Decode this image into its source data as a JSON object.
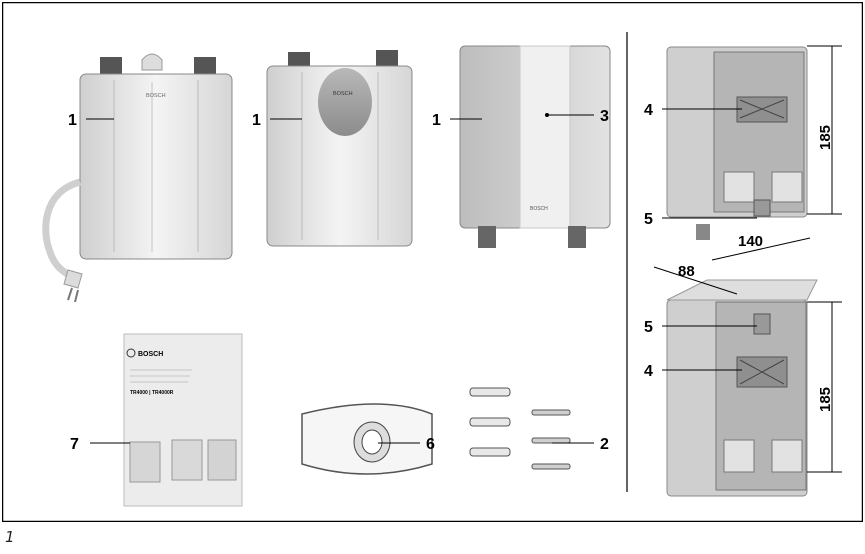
{
  "figure": {
    "caption": "1",
    "callouts": {
      "heater_a": "1",
      "heater_b": "1",
      "heater_c": "1",
      "front_cover": "3",
      "bracket_top": "4",
      "bracket_bottom": "4",
      "screw_top": "5",
      "screw_bottom": "5",
      "manual": "7",
      "tape": "6",
      "wall_fixings": "2"
    },
    "dimensions": {
      "height_top": "185",
      "height_bottom": "185",
      "width": "140",
      "depth": "88"
    },
    "brand_marks": {
      "heater_a": "BOSCH",
      "heater_b": "BOSCH",
      "heater_c": "BOSCH",
      "manual": "BOSCH"
    },
    "manual": {
      "brand": "BOSCH",
      "model": "TR4000 | TR4000R"
    }
  }
}
